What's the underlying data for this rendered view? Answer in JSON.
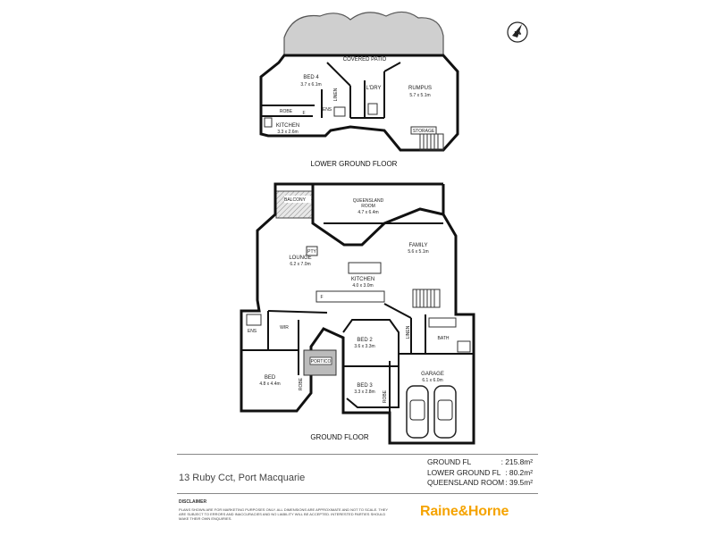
{
  "floors": {
    "lower": "LOWER GROUND FLOOR",
    "ground": "GROUND FLOOR"
  },
  "lower_rooms": {
    "patio": "COVERED PATIO",
    "bed4": "BED 4",
    "bed4_dim": "3.7 x 6.1m",
    "robe": "ROBE",
    "ens": "ENS",
    "ldry": "L'DRY",
    "rumpus": "RUMPUS",
    "rumpus_dim": "5.7 x 5.1m",
    "kitchen": "KITCHEN",
    "kitchen_dim": "3.3 x 2.6m",
    "storage": "STORAGE",
    "linen": "LINEN",
    "f": "F"
  },
  "ground_rooms": {
    "balcony": "BALCONY",
    "queensland": "QUEENSLAND\nROOM",
    "queensland_l1": "QUEENSLAND",
    "queensland_l2": "ROOM",
    "queensland_dim": "4.7 x 6.4m",
    "family": "FAMILY",
    "family_dim": "5.6 x 5.1m",
    "lounge": "LOUNGE",
    "lounge_dim": "6.2 x 7.0m",
    "kitchen": "KITCHEN",
    "kitchen_dim": "4.0 x 3.0m",
    "pty": "PTY",
    "f": "F",
    "ens": "ENS",
    "wir": "WIR",
    "bed": "BED",
    "bed_dim": "4.8 x 4.4m",
    "robe": "ROBE",
    "portico": "PORTICO",
    "bed2": "BED 2",
    "bed2_dim": "3.6 x 3.3m",
    "bed3": "BED 3",
    "bed3_dim": "3.3 x 2.8m",
    "linen": "LINEN",
    "bath": "BATH",
    "garage": "GARAGE",
    "garage_dim": "6.1 x 6.0m"
  },
  "compass": "N",
  "address": "13 Ruby Cct, Port Macquarie",
  "areas": [
    {
      "label": "GROUND FL",
      "value": ": 215.8m²"
    },
    {
      "label": "LOWER GROUND FL",
      "value": ": 80.2m²"
    },
    {
      "label": "QUEENSLAND ROOM",
      "value": ": 39.5m²"
    }
  ],
  "disclaimer_title": "DISCLAIMER",
  "disclaimer": "Plans shown are for marketing purposes only. All dimensions are approximate and not to scale. They are subject to errors and inaccuracies and no liability will be accepted. Interested parties should make their own enquiries.",
  "brand": "Raine&Horne",
  "brand_color": "#f5a300"
}
